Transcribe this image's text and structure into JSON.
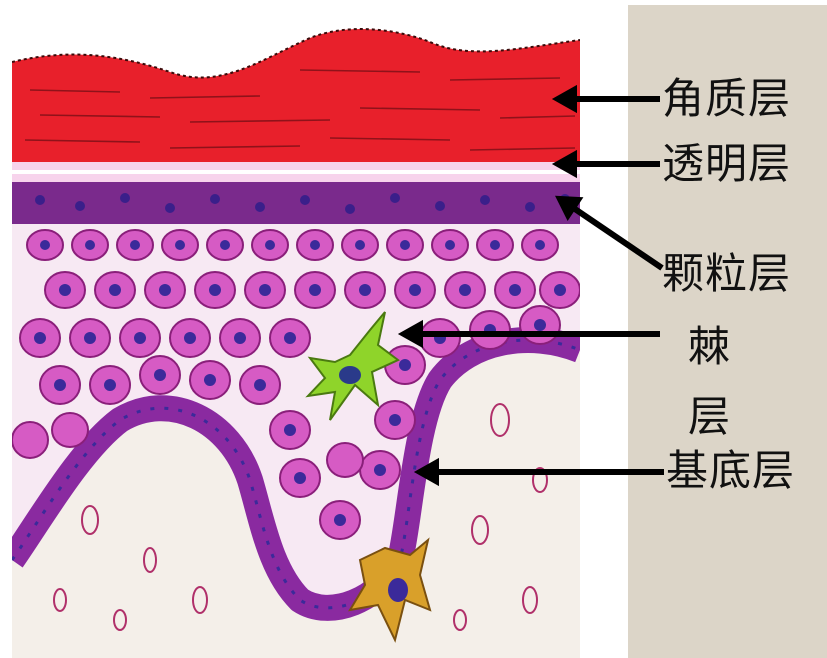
{
  "labels": {
    "stratum_corneum": "角质层",
    "stratum_lucidum": "透明层",
    "stratum_granulosum": "颗粒层",
    "stratum_spinosum_top": "棘",
    "stratum_spinosum_bottom": "层",
    "stratum_basale": "基底层"
  },
  "colors": {
    "corneum": "#e8202b",
    "lucidum": "#f7d3ec",
    "granulosum": "#7a2a8c",
    "spinosum_cell": "#d65bc4",
    "basale": "#8a2aa0",
    "dermis": "#f4efe9",
    "melanocyte": "#8fd42a",
    "langerhans": "#d9a02a",
    "panel": "#dcd5c8",
    "arrow": "#000000"
  }
}
